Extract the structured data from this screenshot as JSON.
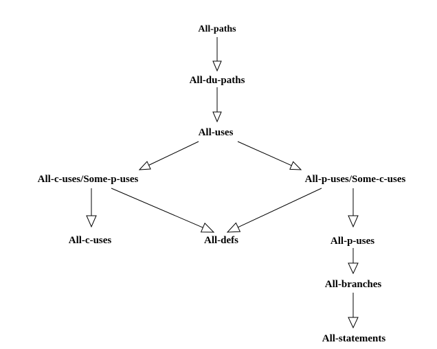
{
  "diagram": {
    "nodes": [
      {
        "id": "all_paths",
        "label": "All-paths"
      },
      {
        "id": "all_du_paths",
        "label": "All-du-paths"
      },
      {
        "id": "all_uses",
        "label": "All-uses"
      },
      {
        "id": "all_c_some_p",
        "label": "All-c-uses/Some-p-uses"
      },
      {
        "id": "all_p_some_c",
        "label": "All-p-uses/Some-c-uses"
      },
      {
        "id": "all_c_uses",
        "label": "All-c-uses"
      },
      {
        "id": "all_defs",
        "label": "All-defs"
      },
      {
        "id": "all_p_uses",
        "label": "All-p-uses"
      },
      {
        "id": "all_branches",
        "label": "All-branches"
      },
      {
        "id": "all_statements",
        "label": "All-statements"
      }
    ],
    "edges": [
      {
        "from": "all_paths",
        "to": "all_du_paths"
      },
      {
        "from": "all_du_paths",
        "to": "all_uses"
      },
      {
        "from": "all_uses",
        "to": "all_c_some_p"
      },
      {
        "from": "all_uses",
        "to": "all_p_some_c"
      },
      {
        "from": "all_c_some_p",
        "to": "all_c_uses"
      },
      {
        "from": "all_c_some_p",
        "to": "all_defs"
      },
      {
        "from": "all_p_some_c",
        "to": "all_defs"
      },
      {
        "from": "all_p_some_c",
        "to": "all_p_uses"
      },
      {
        "from": "all_p_uses",
        "to": "all_branches"
      },
      {
        "from": "all_branches",
        "to": "all_statements"
      }
    ],
    "colors": {
      "stroke": "#000000",
      "arrow_fill": "#ffffff",
      "background": "#ffffff"
    }
  }
}
